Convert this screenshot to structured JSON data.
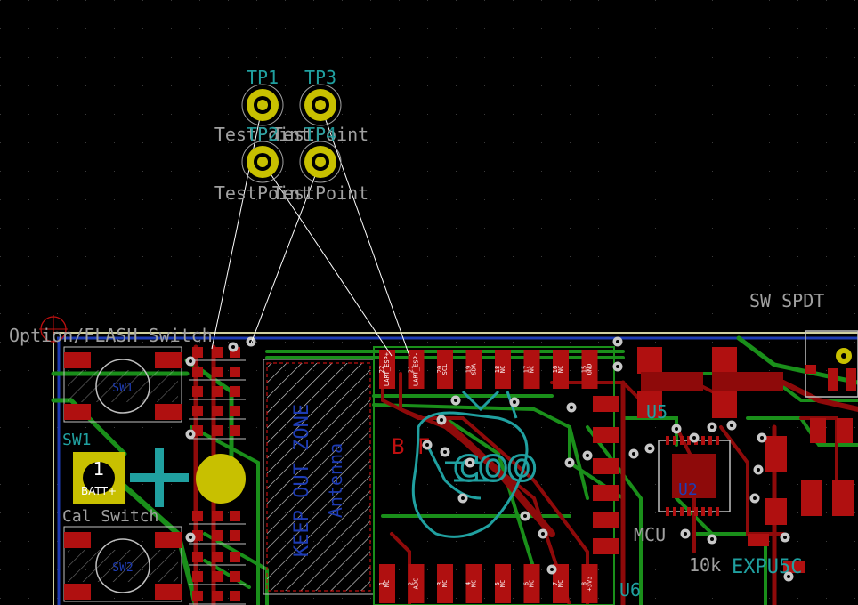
{
  "colors": {
    "background": "#000000",
    "edge_cuts": "#d0d0a0",
    "front_copper": "#8e0a0a",
    "front_pad": "#b01010",
    "back_copper": "#1a8f1a",
    "ratsnest": "#ffffff",
    "silk_ref": "#20a0a0",
    "silk_value": "#a0a0a0",
    "tp_ring": "#c8c000",
    "via": "#c8c8c8",
    "fab_blue": "#1e3cb4"
  },
  "test_points": [
    {
      "ref": "TP1",
      "value": "TestPoint"
    },
    {
      "ref": "TP3",
      "value": "TestPoint"
    },
    {
      "ref": "TP2",
      "value": "TestPoint"
    },
    {
      "ref": "TP4",
      "value": "TestPoint"
    }
  ],
  "labels": {
    "option_flash": "Option/FLASH Switch",
    "sw_spdt": "SW_SPDT",
    "sw1": "SW1",
    "sw1_fab": "SW1",
    "sw2_fab": "SW2",
    "cal_switch": "Cal Switch",
    "batt_pad_num": "1",
    "batt_label": "BATT+",
    "keep_out": "KEEP OUT ZONE",
    "antenna": "Antenna",
    "mcu": "MCU",
    "u2": "U2",
    "u6": "U6",
    "u5": "U5",
    "r10k": "10k",
    "exp": "EXPU5C"
  },
  "module_pins_top": [
    {
      "num": "22",
      "name": "UART_ESP+"
    },
    {
      "num": "21",
      "name": "UART_ESP-"
    },
    {
      "num": "20",
      "name": "SCL"
    },
    {
      "num": "19",
      "name": "SDA"
    },
    {
      "num": "18",
      "name": "NC"
    },
    {
      "num": "17",
      "name": "NC"
    },
    {
      "num": "16",
      "name": "NC"
    },
    {
      "num": "15",
      "name": "GND"
    }
  ],
  "module_pins_bottom": [
    {
      "num": "1",
      "name": "NC"
    },
    {
      "num": "2",
      "name": "ADC"
    },
    {
      "num": "3",
      "name": "NC"
    },
    {
      "num": "4",
      "name": "NC"
    },
    {
      "num": "5",
      "name": "NC"
    },
    {
      "num": "6",
      "name": "NC"
    },
    {
      "num": "7",
      "name": "NC"
    },
    {
      "num": "8",
      "name": "+3V3"
    }
  ]
}
